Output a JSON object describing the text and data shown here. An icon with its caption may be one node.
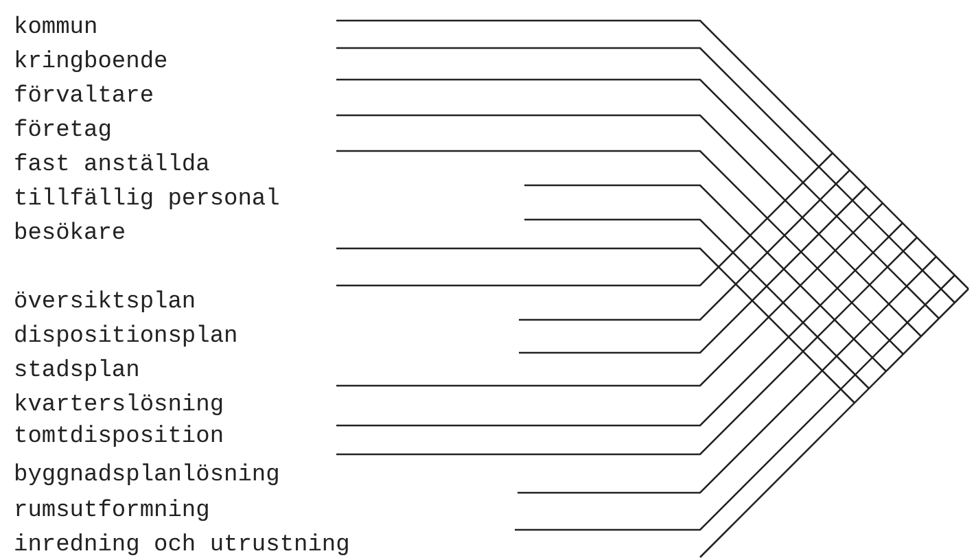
{
  "diagram": {
    "labels": [
      "kommun",
      "kringboende",
      "förvaltare",
      "företag",
      "fast anställda",
      "tillfällig personal",
      "besökare",
      "översiktsplan",
      "dispositionsplan",
      "stadsplan",
      "kvarterslösning",
      "tomtdisposition",
      "byggnadsplanlösning",
      "rumsutformning",
      "inredning och utrustning"
    ]
  }
}
